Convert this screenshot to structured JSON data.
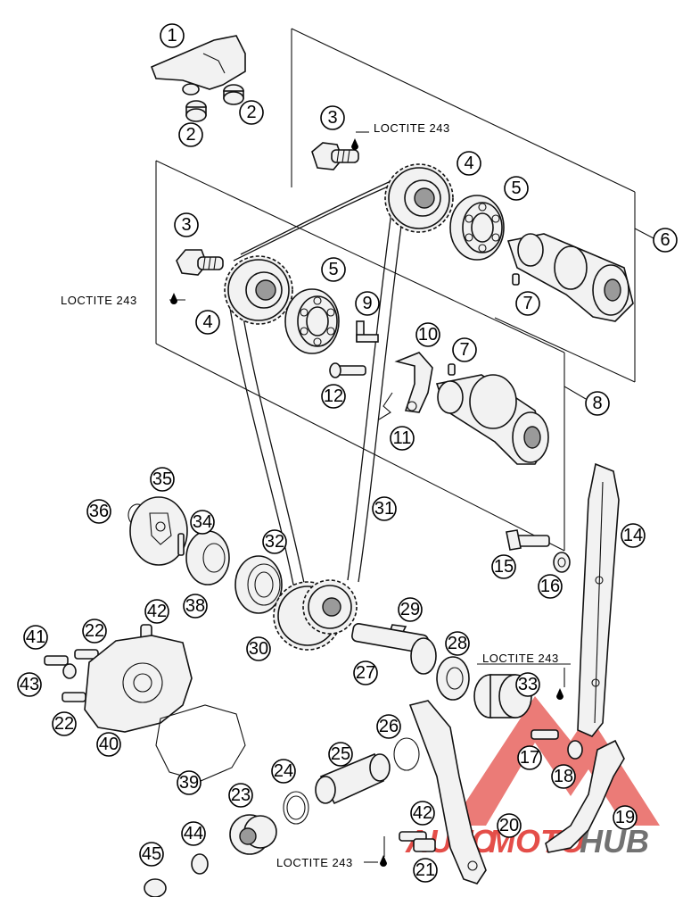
{
  "diagram": {
    "loctite_label": "LOCTITE 243",
    "callouts": [
      {
        "id": "c1",
        "label": "1"
      },
      {
        "id": "c2a",
        "label": "2"
      },
      {
        "id": "c2b",
        "label": "2"
      },
      {
        "id": "c3a",
        "label": "3"
      },
      {
        "id": "c4a",
        "label": "4"
      },
      {
        "id": "c5a",
        "label": "5"
      },
      {
        "id": "c6",
        "label": "6"
      },
      {
        "id": "c7a",
        "label": "7"
      },
      {
        "id": "c3b",
        "label": "3"
      },
      {
        "id": "c4b",
        "label": "4"
      },
      {
        "id": "c5b",
        "label": "5"
      },
      {
        "id": "c9",
        "label": "9"
      },
      {
        "id": "c10",
        "label": "10"
      },
      {
        "id": "c7b",
        "label": "7"
      },
      {
        "id": "c8",
        "label": "8"
      },
      {
        "id": "c12",
        "label": "12"
      },
      {
        "id": "c11",
        "label": "11"
      },
      {
        "id": "c35",
        "label": "35"
      },
      {
        "id": "c36",
        "label": "36"
      },
      {
        "id": "c34",
        "label": "34"
      },
      {
        "id": "c31",
        "label": "31"
      },
      {
        "id": "c14",
        "label": "14"
      },
      {
        "id": "c32",
        "label": "32"
      },
      {
        "id": "c15",
        "label": "15"
      },
      {
        "id": "c16",
        "label": "16"
      },
      {
        "id": "c38",
        "label": "38"
      },
      {
        "id": "c42a",
        "label": "42"
      },
      {
        "id": "c29",
        "label": "29"
      },
      {
        "id": "c41",
        "label": "41"
      },
      {
        "id": "c22a",
        "label": "22"
      },
      {
        "id": "c30",
        "label": "30"
      },
      {
        "id": "c28",
        "label": "28"
      },
      {
        "id": "c27",
        "label": "27"
      },
      {
        "id": "c43",
        "label": "43"
      },
      {
        "id": "c33",
        "label": "33"
      },
      {
        "id": "c22b",
        "label": "22"
      },
      {
        "id": "c26",
        "label": "26"
      },
      {
        "id": "c40",
        "label": "40"
      },
      {
        "id": "c17",
        "label": "17"
      },
      {
        "id": "c25",
        "label": "25"
      },
      {
        "id": "c18",
        "label": "18"
      },
      {
        "id": "c39",
        "label": "39"
      },
      {
        "id": "c24",
        "label": "24"
      },
      {
        "id": "c23",
        "label": "23"
      },
      {
        "id": "c42b",
        "label": "42"
      },
      {
        "id": "c20",
        "label": "20"
      },
      {
        "id": "c19",
        "label": "19"
      },
      {
        "id": "c44",
        "label": "44"
      },
      {
        "id": "c45",
        "label": "45"
      },
      {
        "id": "c21",
        "label": "21"
      }
    ]
  },
  "watermark": {
    "brand_part1": "AUTO",
    "brand_part2": "MOTO",
    "brand_part3": "HUB",
    "color_red": "#e0302a",
    "color_grey": "#5a5a5a"
  }
}
